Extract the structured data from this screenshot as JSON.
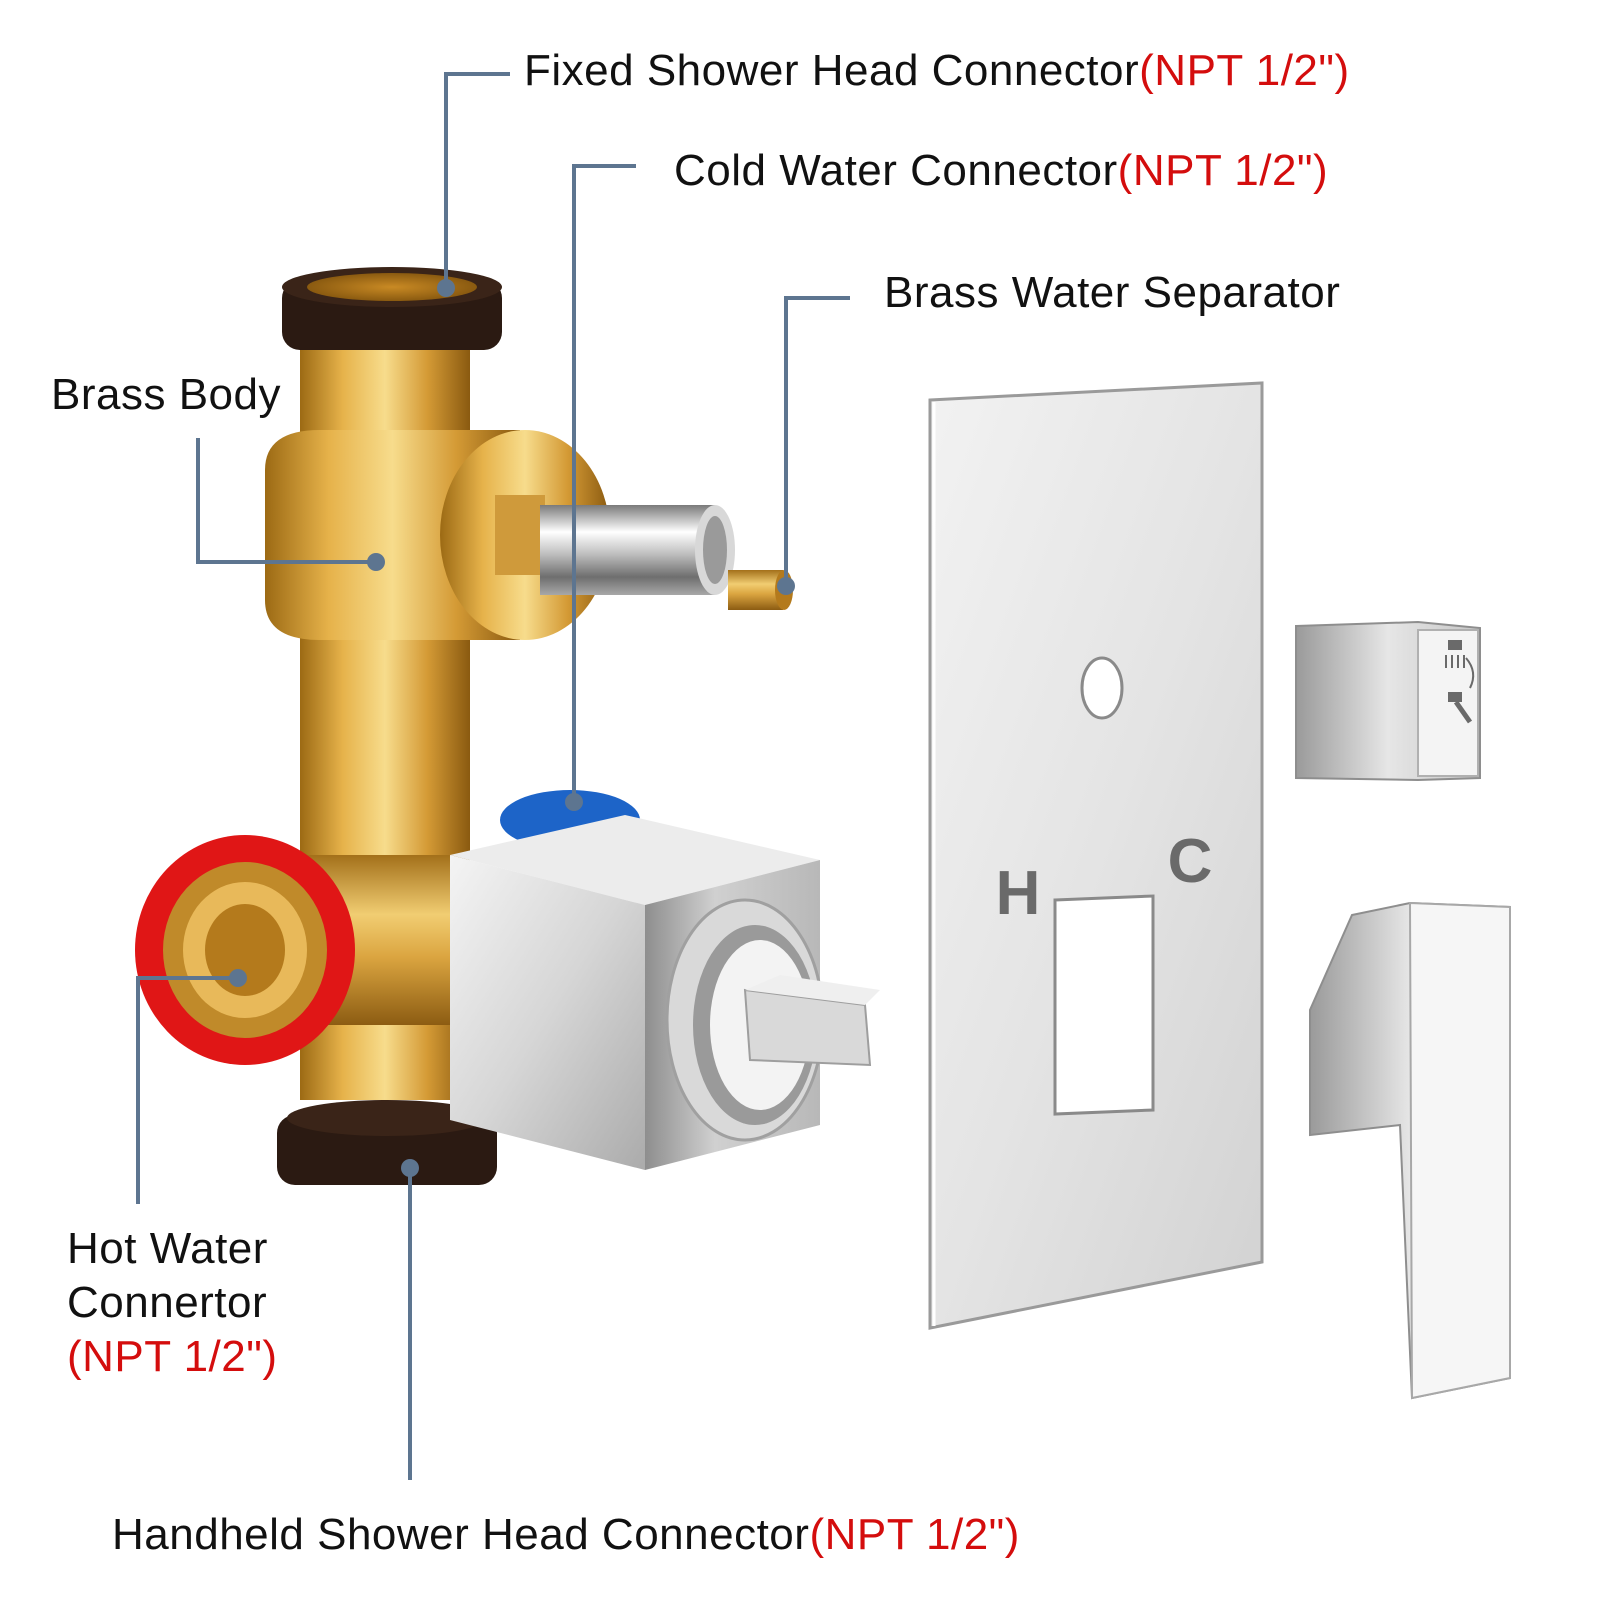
{
  "colors": {
    "leader": "#5d7590",
    "spec": "#d40d0d",
    "text": "#111111",
    "brass": "#d9a441",
    "chrome": "#c8c8c8",
    "hot_seal": "#e01616",
    "cold_seal": "#1d64c8",
    "rubber": "#2b1a12"
  },
  "labels": {
    "fixed_shower": {
      "text": "Fixed Shower Head Connector",
      "spec": "(NPT 1/2\")"
    },
    "cold_water": {
      "text": "Cold Water Connector",
      "spec": "(NPT 1/2\")"
    },
    "separator": {
      "text": "Brass Water Separator"
    },
    "brass_body": {
      "text": "Brass Body"
    },
    "hot_water": {
      "line1": "Hot Water",
      "line2": "Connertor",
      "spec": "(NPT 1/2\")"
    },
    "handheld_shower": {
      "text": "Handheld Shower Head Connector",
      "spec": "(NPT 1/2\")"
    }
  },
  "plate_markings": {
    "hot": "H",
    "cold": "C"
  },
  "icons": [
    "rain-shower-icon",
    "handheld-shower-icon"
  ]
}
